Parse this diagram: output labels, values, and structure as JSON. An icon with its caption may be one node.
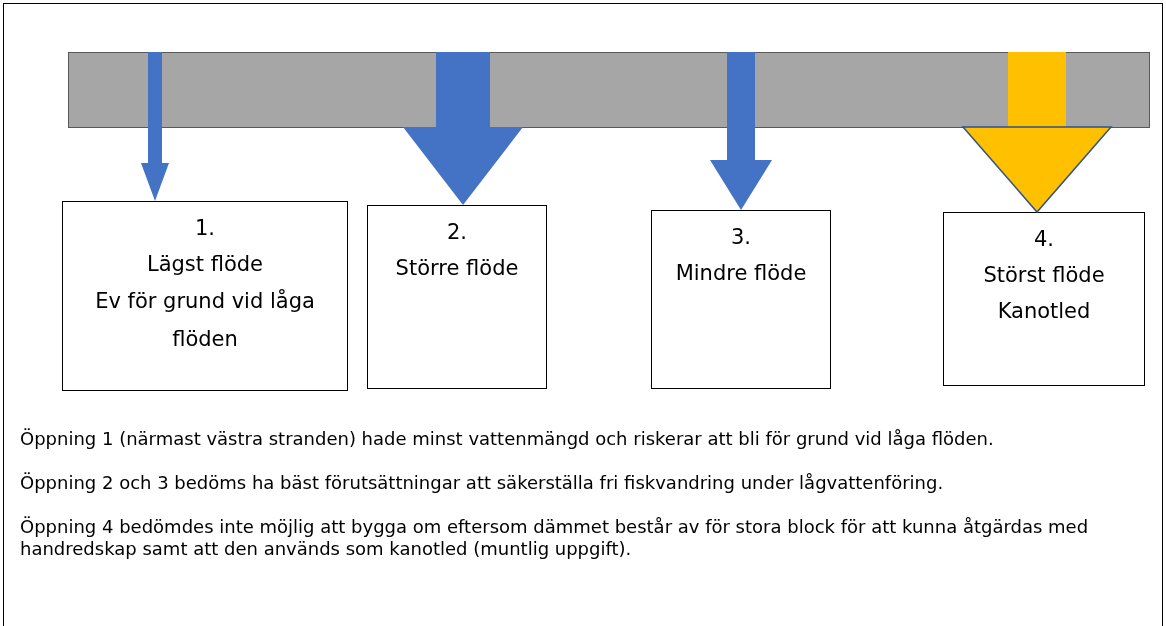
{
  "diagram": {
    "nodes": [
      {
        "text": [],
        "shape": "bar"
      },
      {
        "text": [
          "1.",
          "Lägst flöde",
          "Ev för grund vid låga flöden"
        ]
      },
      {
        "text": [
          "2.",
          "Större flöde"
        ]
      },
      {
        "text": [
          "3.",
          "Mindre flöde"
        ]
      },
      {
        "text": [
          "4.",
          "Störst flöde",
          "Kanotled"
        ]
      }
    ],
    "edges": [
      {
        "from": 0,
        "to": 1,
        "arrow": "to"
      },
      {
        "from": 0,
        "to": 2,
        "arrow": "to",
        "style": "thick"
      },
      {
        "from": 0,
        "to": 3,
        "arrow": "to"
      },
      {
        "from": 0,
        "to": 4,
        "arrow": "to",
        "style": "thick",
        "color": "#ffc000"
      }
    ],
    "labels": [
      "Öppning 1 (närmast västra stranden) hade minst vattenmängd och riskerar att bli för grund vid låga flöden.",
      "Öppning 2 och 3 bedöms ha bäst förutsättningar att säkerställa fri fiskvandring under lågvattenföring.",
      "Öppning 4 bedömdes inte möjlig att bygga om eftersom dämmet består av för stora block för att kunna åtgärdas med handredskap samt att den används som kanotled (muntlig uppgift)."
    ]
  }
}
